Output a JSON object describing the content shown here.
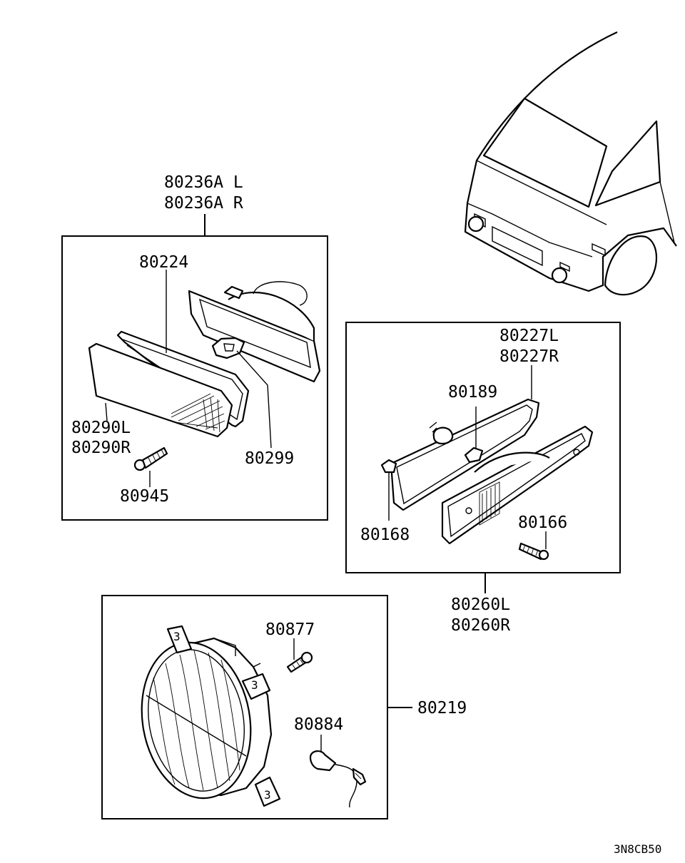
{
  "labels": {
    "assy_upper_l": "80236A L",
    "assy_upper_r": "80236A R",
    "gasket_upper": "80224",
    "lens_l": "80290L",
    "lens_r": "80290R",
    "socket_upper": "80299",
    "screw_upper": "80945",
    "gasket_side_l": "80227L",
    "gasket_side_r": "80227R",
    "bulb_side": "80189",
    "clip_side": "80168",
    "screw_side": "80166",
    "assy_side_l": "80260L",
    "assy_side_r": "80260R",
    "screw_fog": "80877",
    "harness_fog": "80884",
    "fog_lamp": "80219",
    "tab_mark": "3",
    "drawing_code": "3N8CB50"
  }
}
